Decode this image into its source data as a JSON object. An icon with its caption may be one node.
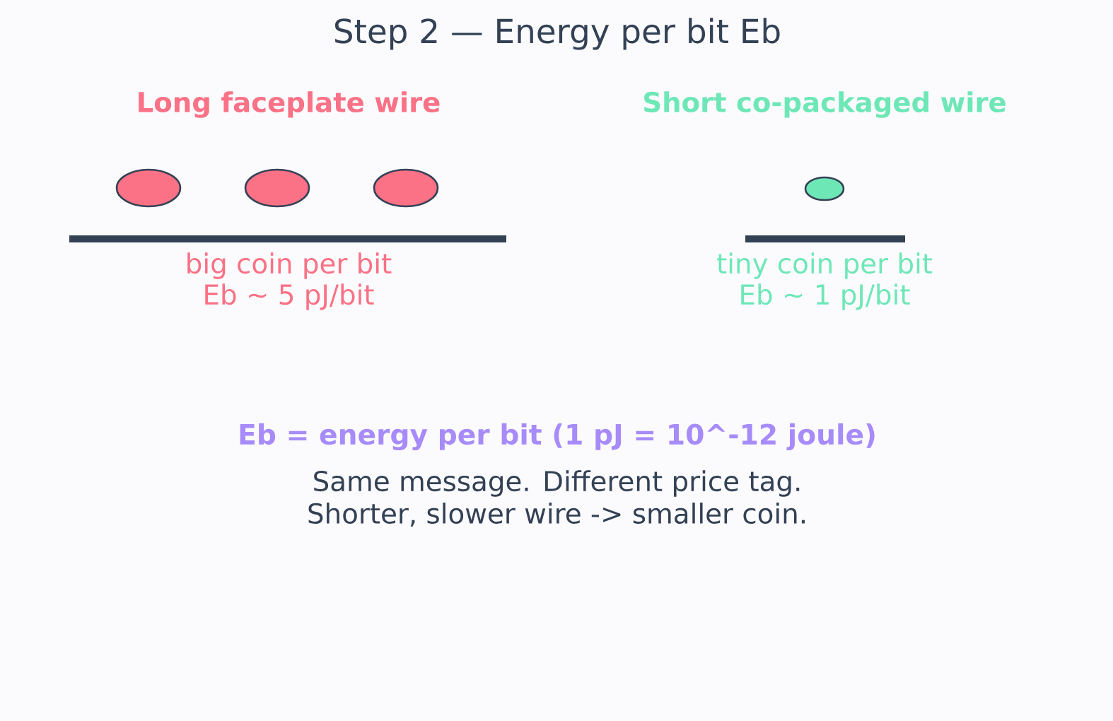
{
  "diagram": {
    "title": "Step 2 — Energy per bit Eb",
    "labels": [
      "Long faceplate wire",
      "Short co-packaged wire",
      "big coin per bit",
      "Eb ~ 5 pJ/bit",
      "tiny coin per bit",
      "Eb ~ 1 pJ/bit",
      "Eb = energy per bit (1 pJ = 10^-12 joule)",
      "Same message. Different price tag.",
      "Shorter, slower wire -> smaller coin."
    ]
  }
}
